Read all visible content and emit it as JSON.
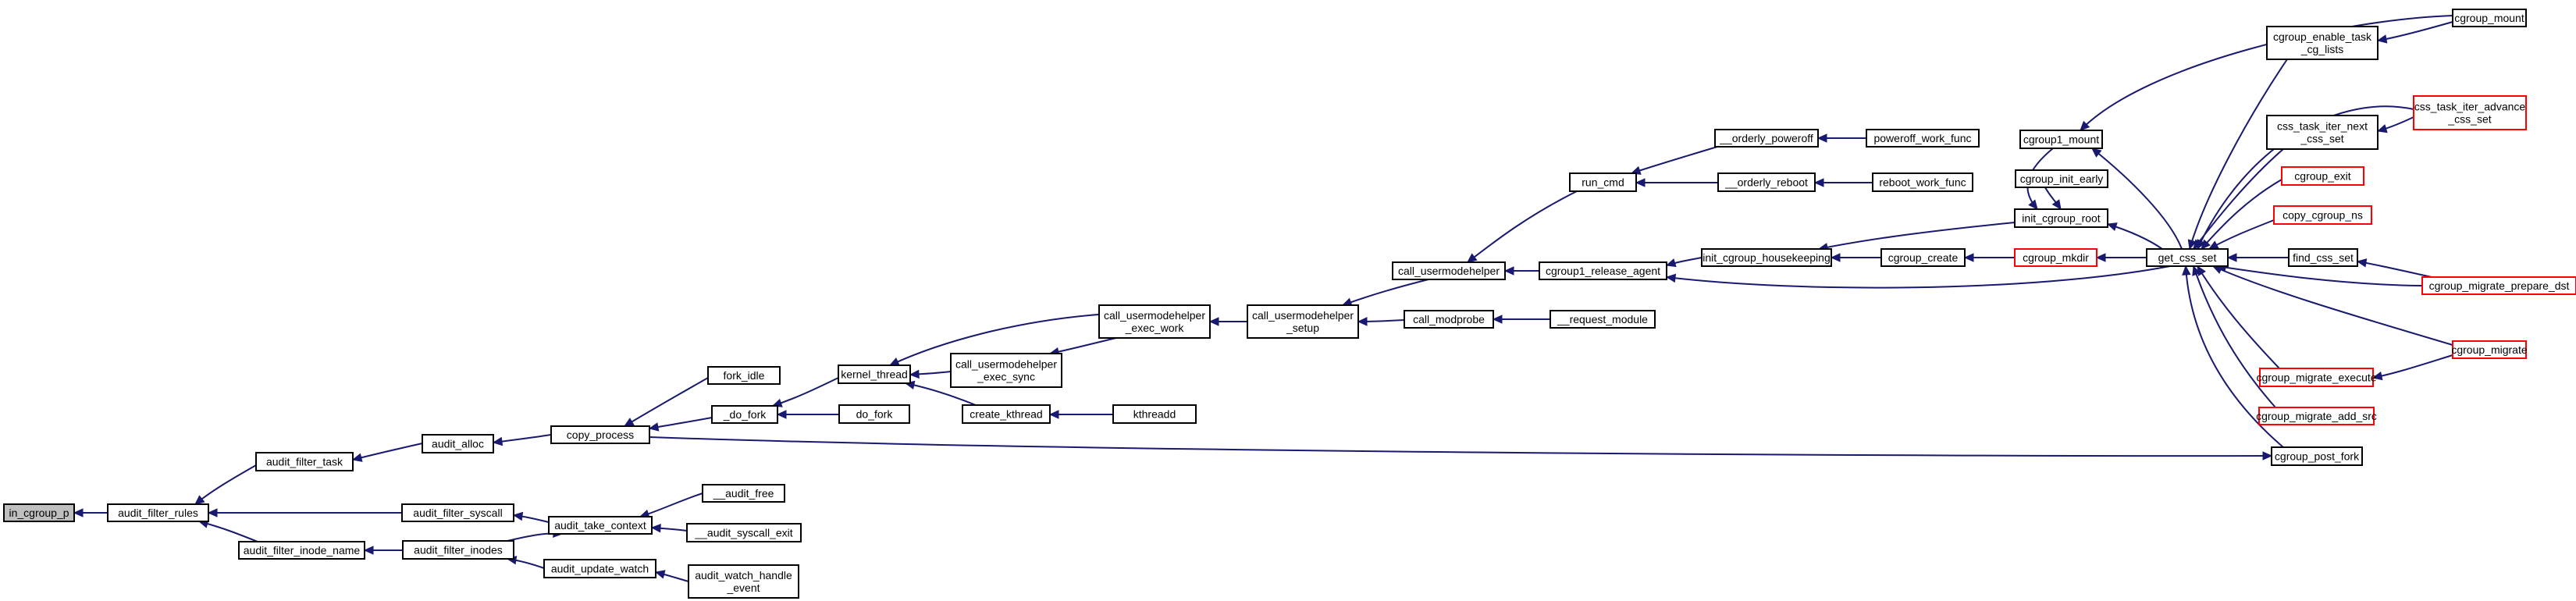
{
  "nodes": [
    {
      "id": "in_cgroup_p",
      "lines": [
        "in_cgroup_p"
      ],
      "style": "current"
    },
    {
      "id": "audit_filter_rules",
      "lines": [
        "audit_filter_rules"
      ]
    },
    {
      "id": "audit_filter_task",
      "lines": [
        "audit_filter_task"
      ]
    },
    {
      "id": "audit_filter_syscall",
      "lines": [
        "audit_filter_syscall"
      ]
    },
    {
      "id": "audit_filter_inode_name",
      "lines": [
        "audit_filter_inode_name"
      ]
    },
    {
      "id": "audit_alloc",
      "lines": [
        "audit_alloc"
      ]
    },
    {
      "id": "audit_take_context",
      "lines": [
        "audit_take_context"
      ]
    },
    {
      "id": "audit_filter_inodes",
      "lines": [
        "audit_filter_inodes"
      ]
    },
    {
      "id": "copy_process",
      "lines": [
        "copy_process"
      ]
    },
    {
      "id": "__audit_free",
      "lines": [
        "__audit_free"
      ]
    },
    {
      "id": "__audit_syscall_exit",
      "lines": [
        "__audit_syscall_exit"
      ]
    },
    {
      "id": "audit_update_watch",
      "lines": [
        "audit_update_watch"
      ]
    },
    {
      "id": "audit_watch_handle_event",
      "lines": [
        "audit_watch_handle",
        "_event"
      ]
    },
    {
      "id": "fork_idle",
      "lines": [
        "fork_idle"
      ]
    },
    {
      "id": "_do_fork",
      "lines": [
        "_do_fork"
      ]
    },
    {
      "id": "kernel_thread",
      "lines": [
        "kernel_thread"
      ]
    },
    {
      "id": "do_fork",
      "lines": [
        "do_fork"
      ]
    },
    {
      "id": "call_usermodehelper_exec_work",
      "lines": [
        "call_usermodehelper",
        "_exec_work"
      ]
    },
    {
      "id": "call_usermodehelper_exec_sync",
      "lines": [
        "call_usermodehelper",
        "_exec_sync"
      ]
    },
    {
      "id": "create_kthread",
      "lines": [
        "create_kthread"
      ]
    },
    {
      "id": "kthreadd",
      "lines": [
        "kthreadd"
      ]
    },
    {
      "id": "call_usermodehelper_setup",
      "lines": [
        "call_usermodehelper",
        "_setup"
      ]
    },
    {
      "id": "call_usermodehelper",
      "lines": [
        "call_usermodehelper"
      ]
    },
    {
      "id": "call_modprobe",
      "lines": [
        "call_modprobe"
      ]
    },
    {
      "id": "__request_module",
      "lines": [
        "__request_module"
      ]
    },
    {
      "id": "run_cmd",
      "lines": [
        "run_cmd"
      ]
    },
    {
      "id": "cgroup1_release_agent",
      "lines": [
        "cgroup1_release_agent"
      ]
    },
    {
      "id": "__orderly_poweroff",
      "lines": [
        "__orderly_poweroff"
      ]
    },
    {
      "id": "__orderly_reboot",
      "lines": [
        "__orderly_reboot"
      ]
    },
    {
      "id": "poweroff_work_func",
      "lines": [
        "poweroff_work_func"
      ]
    },
    {
      "id": "reboot_work_func",
      "lines": [
        "reboot_work_func"
      ]
    },
    {
      "id": "init_cgroup_housekeeping",
      "lines": [
        "init_cgroup_housekeeping"
      ]
    },
    {
      "id": "cgroup_create",
      "lines": [
        "cgroup_create"
      ]
    },
    {
      "id": "init_cgroup_root",
      "lines": [
        "init_cgroup_root"
      ]
    },
    {
      "id": "cgroup1_mount",
      "lines": [
        "cgroup1_mount"
      ]
    },
    {
      "id": "cgroup_init_early",
      "lines": [
        "cgroup_init_early"
      ]
    },
    {
      "id": "cgroup_mkdir",
      "lines": [
        "cgroup_mkdir"
      ],
      "style": "truncated"
    },
    {
      "id": "get_css_set",
      "lines": [
        "get_css_set"
      ]
    },
    {
      "id": "cgroup_enable_task_cg_lists",
      "lines": [
        "cgroup_enable_task",
        "_cg_lists"
      ]
    },
    {
      "id": "cgroup_mount",
      "lines": [
        "cgroup_mount"
      ]
    },
    {
      "id": "css_task_iter_next_css_set",
      "lines": [
        "css_task_iter_next",
        "_css_set"
      ]
    },
    {
      "id": "css_task_iter_advance_css_set",
      "lines": [
        "css_task_iter_advance",
        "_css_set"
      ],
      "style": "truncated"
    },
    {
      "id": "cgroup_exit",
      "lines": [
        "cgroup_exit"
      ],
      "style": "truncated"
    },
    {
      "id": "copy_cgroup_ns",
      "lines": [
        "copy_cgroup_ns"
      ],
      "style": "truncated"
    },
    {
      "id": "find_css_set",
      "lines": [
        "find_css_set"
      ]
    },
    {
      "id": "cgroup_migrate_prepare_dst",
      "lines": [
        "cgroup_migrate_prepare_dst"
      ],
      "style": "truncated"
    },
    {
      "id": "cgroup_migrate",
      "lines": [
        "cgroup_migrate"
      ],
      "style": "truncated"
    },
    {
      "id": "cgroup_migrate_execute",
      "lines": [
        "cgroup_migrate_execute"
      ],
      "style": "truncated"
    },
    {
      "id": "cgroup_migrate_add_src",
      "lines": [
        "cgroup_migrate_add_src"
      ],
      "style": "truncated"
    },
    {
      "id": "cgroup_post_fork",
      "lines": [
        "cgroup_post_fork"
      ]
    }
  ],
  "edges": [
    [
      "audit_filter_rules",
      "in_cgroup_p"
    ],
    [
      "audit_filter_task",
      "audit_filter_rules"
    ],
    [
      "audit_filter_syscall",
      "audit_filter_rules"
    ],
    [
      "audit_filter_inode_name",
      "audit_filter_rules"
    ],
    [
      "audit_alloc",
      "audit_filter_task"
    ],
    [
      "audit_take_context",
      "audit_filter_syscall"
    ],
    [
      "audit_filter_inodes",
      "audit_filter_inode_name"
    ],
    [
      "copy_process",
      "audit_alloc"
    ],
    [
      "audit_filter_inodes",
      "audit_take_context"
    ],
    [
      "__audit_free",
      "audit_take_context"
    ],
    [
      "__audit_syscall_exit",
      "audit_take_context"
    ],
    [
      "audit_update_watch",
      "audit_filter_inodes"
    ],
    [
      "audit_watch_handle_event",
      "audit_update_watch"
    ],
    [
      "fork_idle",
      "copy_process"
    ],
    [
      "_do_fork",
      "copy_process"
    ],
    [
      "kernel_thread",
      "_do_fork"
    ],
    [
      "do_fork",
      "_do_fork"
    ],
    [
      "call_usermodehelper_exec_work",
      "kernel_thread"
    ],
    [
      "call_usermodehelper_exec_sync",
      "kernel_thread"
    ],
    [
      "create_kthread",
      "kernel_thread"
    ],
    [
      "call_usermodehelper_exec_work",
      "call_usermodehelper_exec_sync"
    ],
    [
      "kthreadd",
      "create_kthread"
    ],
    [
      "call_usermodehelper_setup",
      "call_usermodehelper_exec_work"
    ],
    [
      "call_usermodehelper",
      "call_usermodehelper_setup"
    ],
    [
      "call_modprobe",
      "call_usermodehelper_setup"
    ],
    [
      "__request_module",
      "call_modprobe"
    ],
    [
      "run_cmd",
      "call_usermodehelper"
    ],
    [
      "cgroup1_release_agent",
      "call_usermodehelper"
    ],
    [
      "__orderly_poweroff",
      "run_cmd"
    ],
    [
      "__orderly_reboot",
      "run_cmd"
    ],
    [
      "poweroff_work_func",
      "__orderly_poweroff"
    ],
    [
      "reboot_work_func",
      "__orderly_reboot"
    ],
    [
      "init_cgroup_housekeeping",
      "cgroup1_release_agent"
    ],
    [
      "get_css_set",
      "cgroup1_release_agent"
    ],
    [
      "cgroup_create",
      "init_cgroup_housekeeping"
    ],
    [
      "init_cgroup_root",
      "init_cgroup_housekeeping"
    ],
    [
      "cgroup_mkdir",
      "cgroup_create"
    ],
    [
      "cgroup1_mount",
      "init_cgroup_root"
    ],
    [
      "cgroup_init_early",
      "init_cgroup_root"
    ],
    [
      "get_css_set",
      "init_cgroup_root"
    ],
    [
      "get_css_set",
      "cgroup_mkdir"
    ],
    [
      "get_css_set",
      "cgroup1_mount"
    ],
    [
      "cgroup_mount",
      "cgroup1_mount"
    ],
    [
      "cgroup_enable_task_cg_lists",
      "get_css_set"
    ],
    [
      "css_task_iter_next_css_set",
      "get_css_set"
    ],
    [
      "css_task_iter_advance_css_set",
      "get_css_set"
    ],
    [
      "cgroup_exit",
      "get_css_set"
    ],
    [
      "copy_cgroup_ns",
      "get_css_set"
    ],
    [
      "find_css_set",
      "get_css_set"
    ],
    [
      "cgroup_migrate_prepare_dst",
      "get_css_set"
    ],
    [
      "cgroup_migrate",
      "get_css_set"
    ],
    [
      "cgroup_migrate_execute",
      "get_css_set"
    ],
    [
      "cgroup_migrate_add_src",
      "get_css_set"
    ],
    [
      "cgroup_post_fork",
      "get_css_set"
    ],
    [
      "cgroup_mount",
      "cgroup_enable_task_cg_lists"
    ],
    [
      "css_task_iter_advance_css_set",
      "css_task_iter_next_css_set"
    ],
    [
      "cgroup_migrate_prepare_dst",
      "find_css_set"
    ],
    [
      "cgroup_migrate",
      "cgroup_migrate_execute"
    ],
    [
      "copy_process",
      "cgroup_post_fork"
    ]
  ],
  "colors": {
    "edge": "#191970",
    "truncated_border": "#ff0000",
    "current_fill": "#bfbfbf"
  }
}
